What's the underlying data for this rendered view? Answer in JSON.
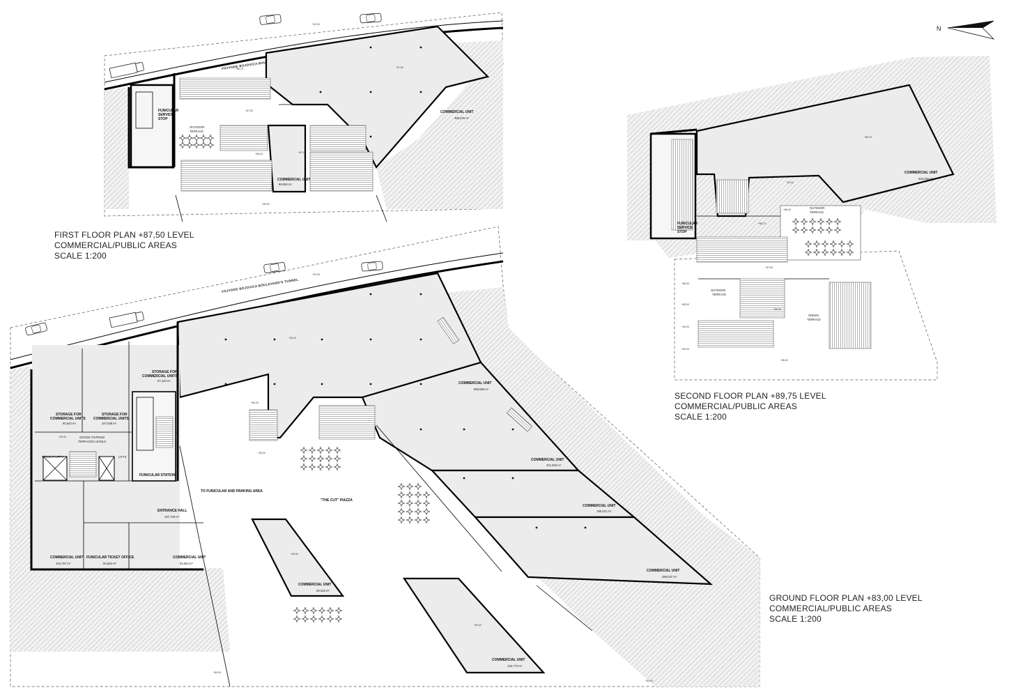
{
  "north_label": "N",
  "tunnel_label": "VOJVODE BOJOVICA BOULEVARD'S TUNNEL",
  "first_floor": {
    "title_lines": [
      "FIRST FLOOR PLAN +87,50 LEVEL",
      "COMMERCIAL/PUBLIC AREAS",
      "SCALE   1:200"
    ],
    "funicular_stop": [
      "FUNICULAR",
      "SERVICE",
      "STOP"
    ],
    "outdoor_terrace": [
      "OUTDOOR",
      "TERRACE"
    ],
    "unit_large": {
      "name": "COMMERCIAL UNIT",
      "area": "466,675 m²"
    },
    "unit_small": {
      "name": "COMMERCIAL UNIT",
      "area": "69,069 m²"
    },
    "levels": [
      "+92,00",
      "+86,75",
      "+87,50",
      "+87,50",
      "+87,50",
      "+86,25",
      "+85,00"
    ]
  },
  "second_floor": {
    "title_lines": [
      "SECOND FLOOR PLAN +89,75 LEVEL",
      "COMMERCIAL/PUBLIC AREAS",
      "SCALE   1:200"
    ],
    "funicular_stop": [
      "FUNICULAR",
      "SERVICE",
      "STOP"
    ],
    "outdoor_terrace_a": [
      "OUTDOOR",
      "TERRACE"
    ],
    "outdoor_terrace_b": [
      "OUTDOOR",
      "TERRACE"
    ],
    "green_terrace": [
      "GREEN",
      "TERRACE"
    ],
    "unit": {
      "name": "COMMERCIAL UNIT",
      "area": "525,293 m²"
    },
    "levels": [
      "+89,75",
      "+90,00",
      "+86,00",
      "+88,75",
      "+87,50",
      "+86,25",
      "+85,00",
      "+86,00",
      "+85,00",
      "+84,00",
      "+83,00"
    ]
  },
  "ground_floor": {
    "title_lines": [
      "GROUND FLOOR PLAN +83,00 LEVEL",
      "COMMERCIAL/PUBLIC AREAS",
      "SCALE   1:200"
    ],
    "piazza": "\"THE CUT\" PIAZZA",
    "to_funicular": "TO FUNICULAR AND PARKING AREA",
    "goods": [
      "GOODS TO/FROM",
      "TERRACED LEVELS"
    ],
    "freight_lifts": "FREIGHT LIFTS",
    "lifts": "LIFTS",
    "funicular_station": "FUNICULAR STATION 1",
    "storage_a": {
      "name": [
        "STORAGE FOR",
        "COMMERCIAL UNITS"
      ],
      "area": "90,543 m²"
    },
    "storage_b": {
      "name": [
        "STORAGE FOR",
        "COMMERCIAL UNITS"
      ],
      "area": "107,938 m²"
    },
    "storage_c": {
      "name": [
        "STORAGE FOR",
        "COMMERCIAL UNITS"
      ],
      "area": "67,130 m²"
    },
    "entrance_hall": {
      "name": "ENTRANCE HALL",
      "area": "107,749 m²"
    },
    "ticket_office": {
      "name": "FUNICULAR TICKET OFFICE",
      "area": "55,526 m²"
    },
    "cu_left": {
      "name": "COMMERCIAL UNIT",
      "area": "104,757 m²"
    },
    "cu_mid_left": {
      "name": "COMMERCIAL UNIT",
      "area": "83,364 m²"
    },
    "cu_big": {
      "name": "COMMERCIAL UNIT",
      "area": "859,869 m²"
    },
    "cu_r1": {
      "name": "COMMERCIAL UNIT",
      "area": "321,503 m²"
    },
    "cu_r2": {
      "name": "COMMERCIAL UNIT",
      "area": "199,221 m²"
    },
    "cu_r3": {
      "name": "COMMERCIAL UNIT",
      "area": "289,037 m²"
    },
    "cu_island1": {
      "name": "COMMERCIAL UNIT",
      "area": "83,318 m²"
    },
    "cu_island2": {
      "name": "COMMERCIAL UNIT",
      "area": "143,773 m²"
    },
    "levels": [
      "+92,00",
      "+83,00",
      "+86,25",
      "+83,00",
      "+83,00",
      "+83,00",
      "+83,00",
      "+83,00",
      "+83,00"
    ]
  }
}
